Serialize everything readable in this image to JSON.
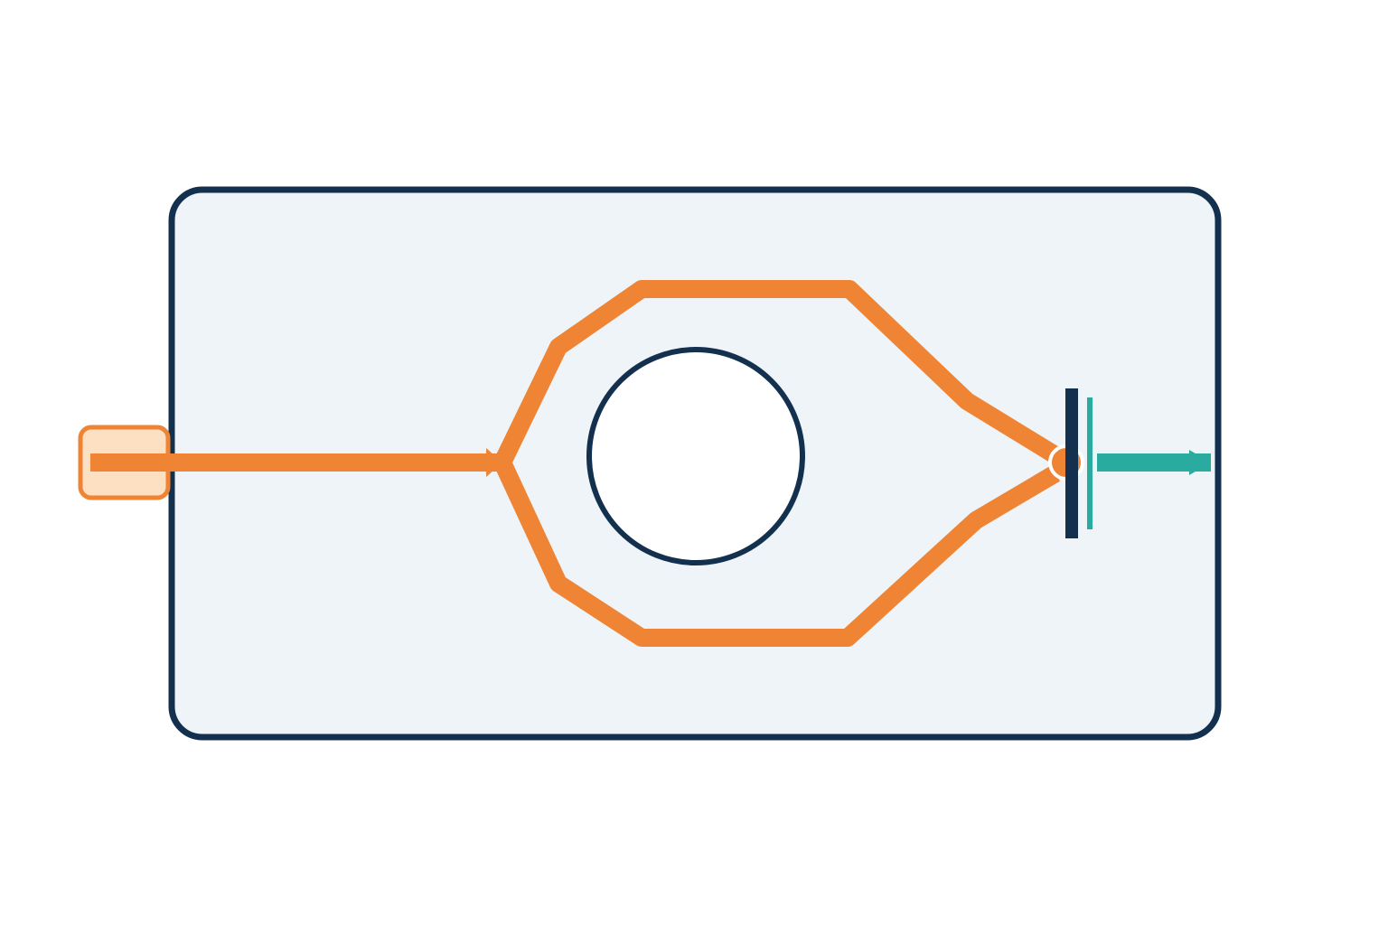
{
  "diagram": {
    "type": "waveguide-interferometer",
    "components": {
      "chip": {
        "fill": "#eef4f8",
        "stroke": "#14304f"
      },
      "input_coupler": {
        "fill": "#fde0c2",
        "stroke": "#ee8434"
      },
      "waveguide": {
        "color": "#ee8434"
      },
      "center_hole": {
        "fill": "#ffffff",
        "stroke": "#14304f"
      },
      "combiner_junction": {
        "color": "#ee8434"
      },
      "detector_plate": {
        "color": "#14304f"
      },
      "output_plate": {
        "color": "#2aab9f"
      },
      "output_beam": {
        "color": "#2aab9f"
      }
    },
    "flow": [
      "input_coupler",
      "splitter",
      "upper_arm",
      "lower_arm",
      "combiner_junction",
      "output_beam"
    ]
  }
}
